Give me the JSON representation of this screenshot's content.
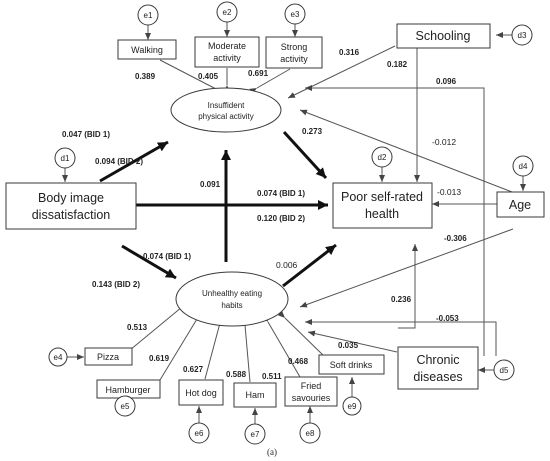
{
  "latent": {
    "insufficient": [
      "Insuffident",
      "physical activity"
    ],
    "unhealthy": [
      "Unhealthy eating",
      "habits"
    ]
  },
  "observed": {
    "body_image": [
      "Body image",
      "dissatisfaction"
    ],
    "poor_health": [
      "Poor self-rated",
      "health"
    ],
    "schooling": "Schooling",
    "age": "Age",
    "chronic": [
      "Chronic",
      "diseases"
    ]
  },
  "indicators": {
    "walking": "Walking",
    "moderate": [
      "Moderate",
      "activity"
    ],
    "strong": [
      "Strong",
      "activity"
    ],
    "pizza": "Pizza",
    "hamburger": "Hamburger",
    "hotdog": "Hot dog",
    "ham": "Ham",
    "fried": [
      "Fried",
      "savouries"
    ],
    "soft": "Soft drinks"
  },
  "errors": {
    "e1": "e1",
    "e2": "e2",
    "e3": "e3",
    "e4": "e4",
    "e5": "e5",
    "e6": "e6",
    "e7": "e7",
    "e8": "e8",
    "e9": "e9"
  },
  "disturbances": {
    "d1": "d1",
    "d2": "d2",
    "d3": "d3",
    "d4": "d4",
    "d5": "d5"
  },
  "coefficients": {
    "walking": "0.389",
    "moderate": "0.405",
    "strong": "0.691",
    "schooling_ipa": "0.316",
    "schooling_health": "0.182",
    "chronic_ipa": "0.096",
    "age_ipa": "-0.012",
    "bid_ipa_1": "0.047 (BID 1)",
    "bid_ipa_2": "0.094 (BID 2)",
    "ipa_health": "0.273",
    "ueh_ipa": "0.091",
    "bid_health_1": "0.074 (BID 1)",
    "bid_health_2": "0.120 (BID 2)",
    "age_health": "-0.013",
    "bid_ueh_1": "0.074 (BID 1)",
    "bid_ueh_2": "0.143 (BID 2)",
    "ueh_health": "0.006",
    "age_ueh": "-0.306",
    "chronic_health": "0.236",
    "chronic_ueh": "-0.053",
    "pizza": "0.513",
    "hamburger": "0.619",
    "hotdog": "0.627",
    "ham": "0.588",
    "fried": "0.511",
    "soft": "0.468",
    "soft_extra": "0.035"
  },
  "caption": "(a)"
}
